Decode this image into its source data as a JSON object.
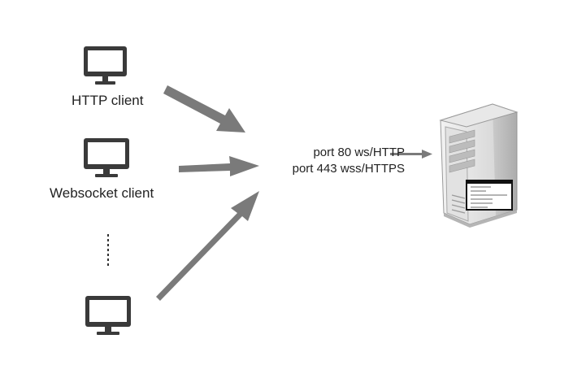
{
  "clients": [
    {
      "label": "HTTP client",
      "icon": "monitor-icon"
    },
    {
      "label": "Websocket client",
      "icon": "monitor-icon"
    },
    {
      "label": "",
      "icon": "monitor-icon"
    }
  ],
  "connection": {
    "line1": "port 80 ws/HTTP",
    "line2": "port 443 wss/HTTPS"
  },
  "server": {
    "icon": "server-tower-icon",
    "screen_icon": "terminal-window-icon"
  },
  "colors": {
    "arrow": "#7a7a7a",
    "monitor": "#3a3a3a",
    "server_body": "#d9d9d9",
    "text": "#222222"
  }
}
